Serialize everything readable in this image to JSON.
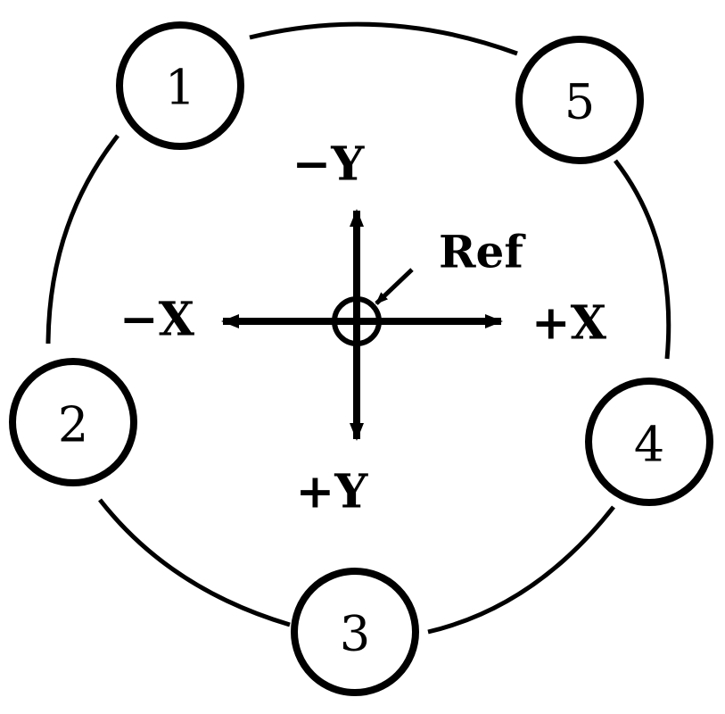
{
  "colors": {
    "ink": "#000000",
    "background": "#ffffff"
  },
  "stations": [
    {
      "id": "1",
      "label": "1"
    },
    {
      "id": "2",
      "label": "2"
    },
    {
      "id": "3",
      "label": "3"
    },
    {
      "id": "4",
      "label": "4"
    },
    {
      "id": "5",
      "label": "5"
    }
  ],
  "axes": {
    "neg_y": "−Y",
    "pos_y": "+Y",
    "neg_x": "−X",
    "pos_x": "+X"
  },
  "reference": {
    "label": "Ref"
  }
}
